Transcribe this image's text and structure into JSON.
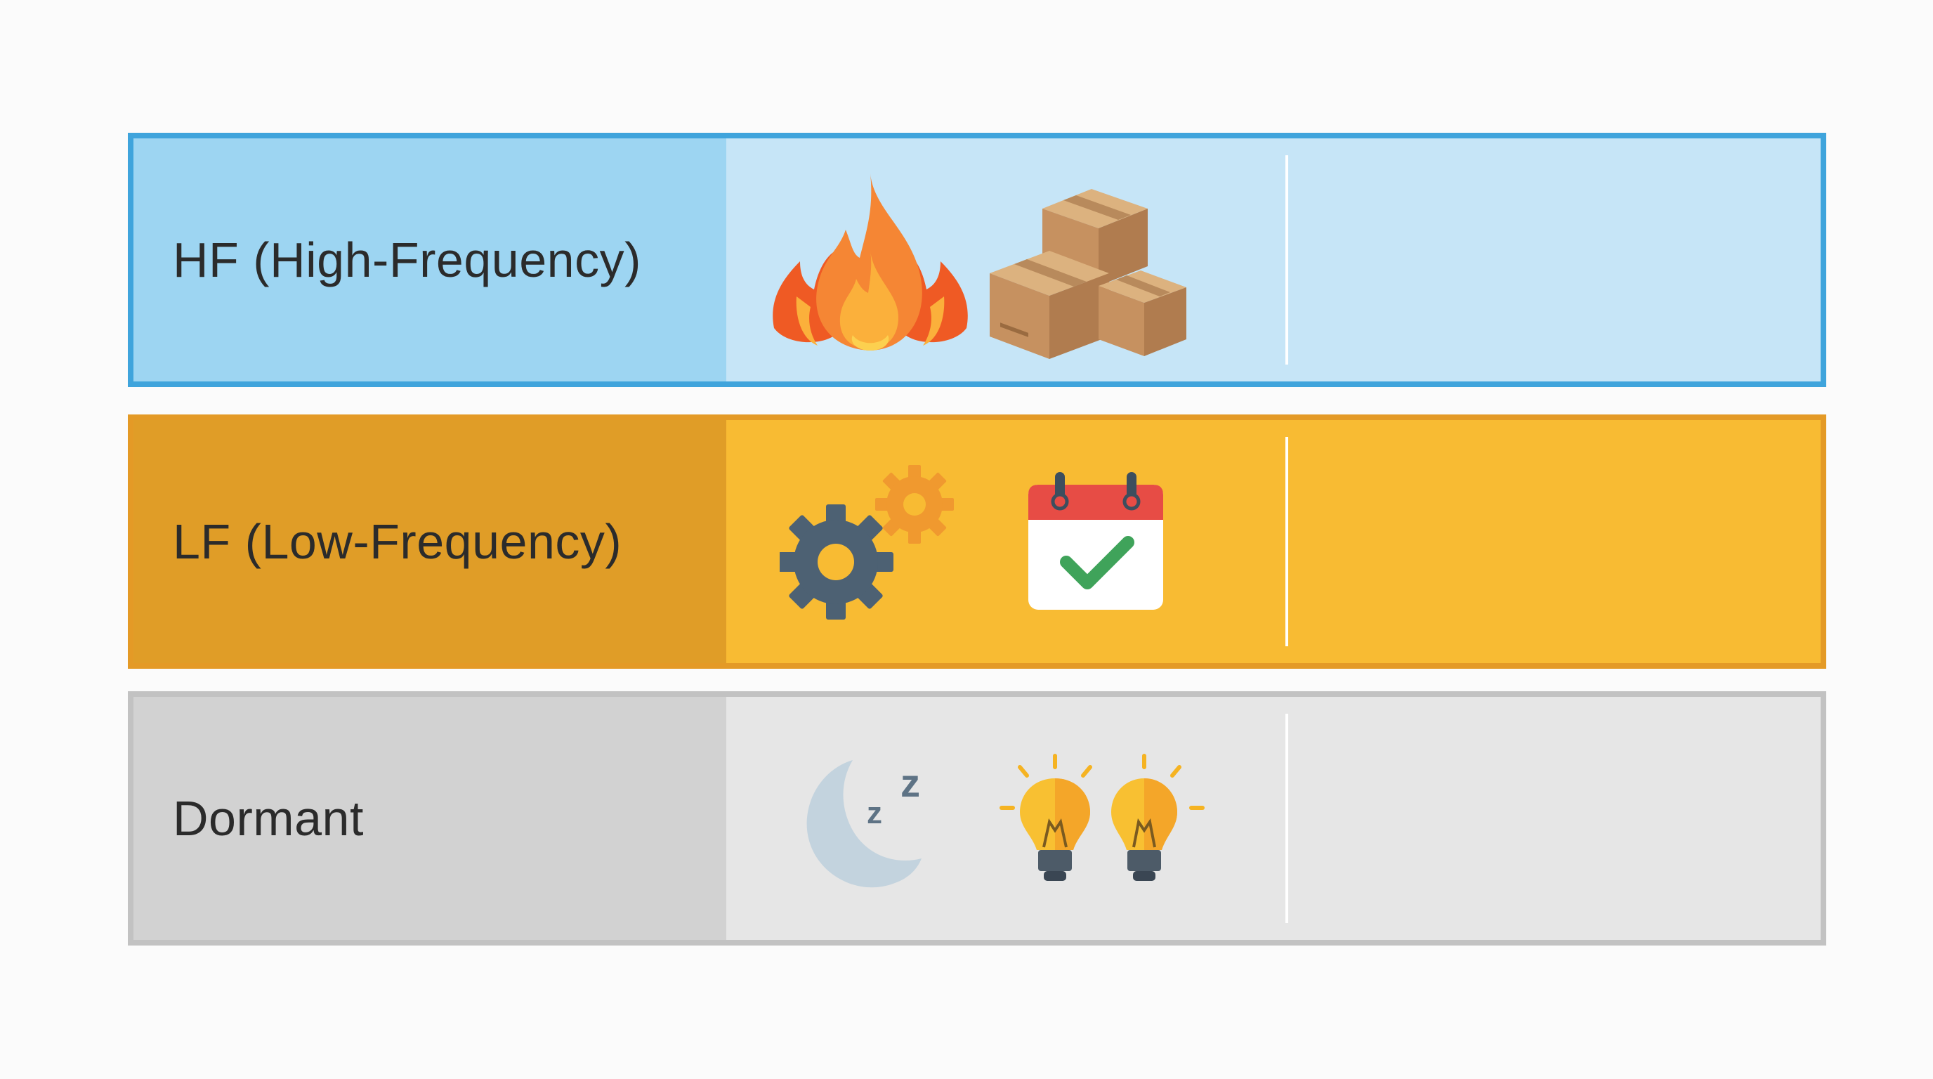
{
  "rows": [
    {
      "label": "HF (High-Frequency)",
      "icons": [
        "fire-icon",
        "boxes-icon"
      ],
      "colors": {
        "border": "#3fa4dc",
        "label_bg": "#9dd5f2",
        "content_bg": "#c6e5f7"
      }
    },
    {
      "label": "LF (Low-Frequency)",
      "icons": [
        "gears-icon",
        "calendar-check-icon"
      ],
      "colors": {
        "border": "#e49a26",
        "label_bg": "#e09d27",
        "content_bg": "#f8bb33"
      }
    },
    {
      "label": "Dormant",
      "icons": [
        "sleep-moon-icon",
        "lightbulbs-icon"
      ],
      "colors": {
        "border": "#c2c2c2",
        "label_bg": "#d2d2d2",
        "content_bg": "#e6e6e6"
      }
    }
  ]
}
